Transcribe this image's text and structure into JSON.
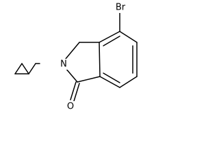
{
  "molecule": {
    "atoms": {
      "bromine": "Br",
      "nitrogen": "N",
      "oxygen": "O"
    }
  }
}
